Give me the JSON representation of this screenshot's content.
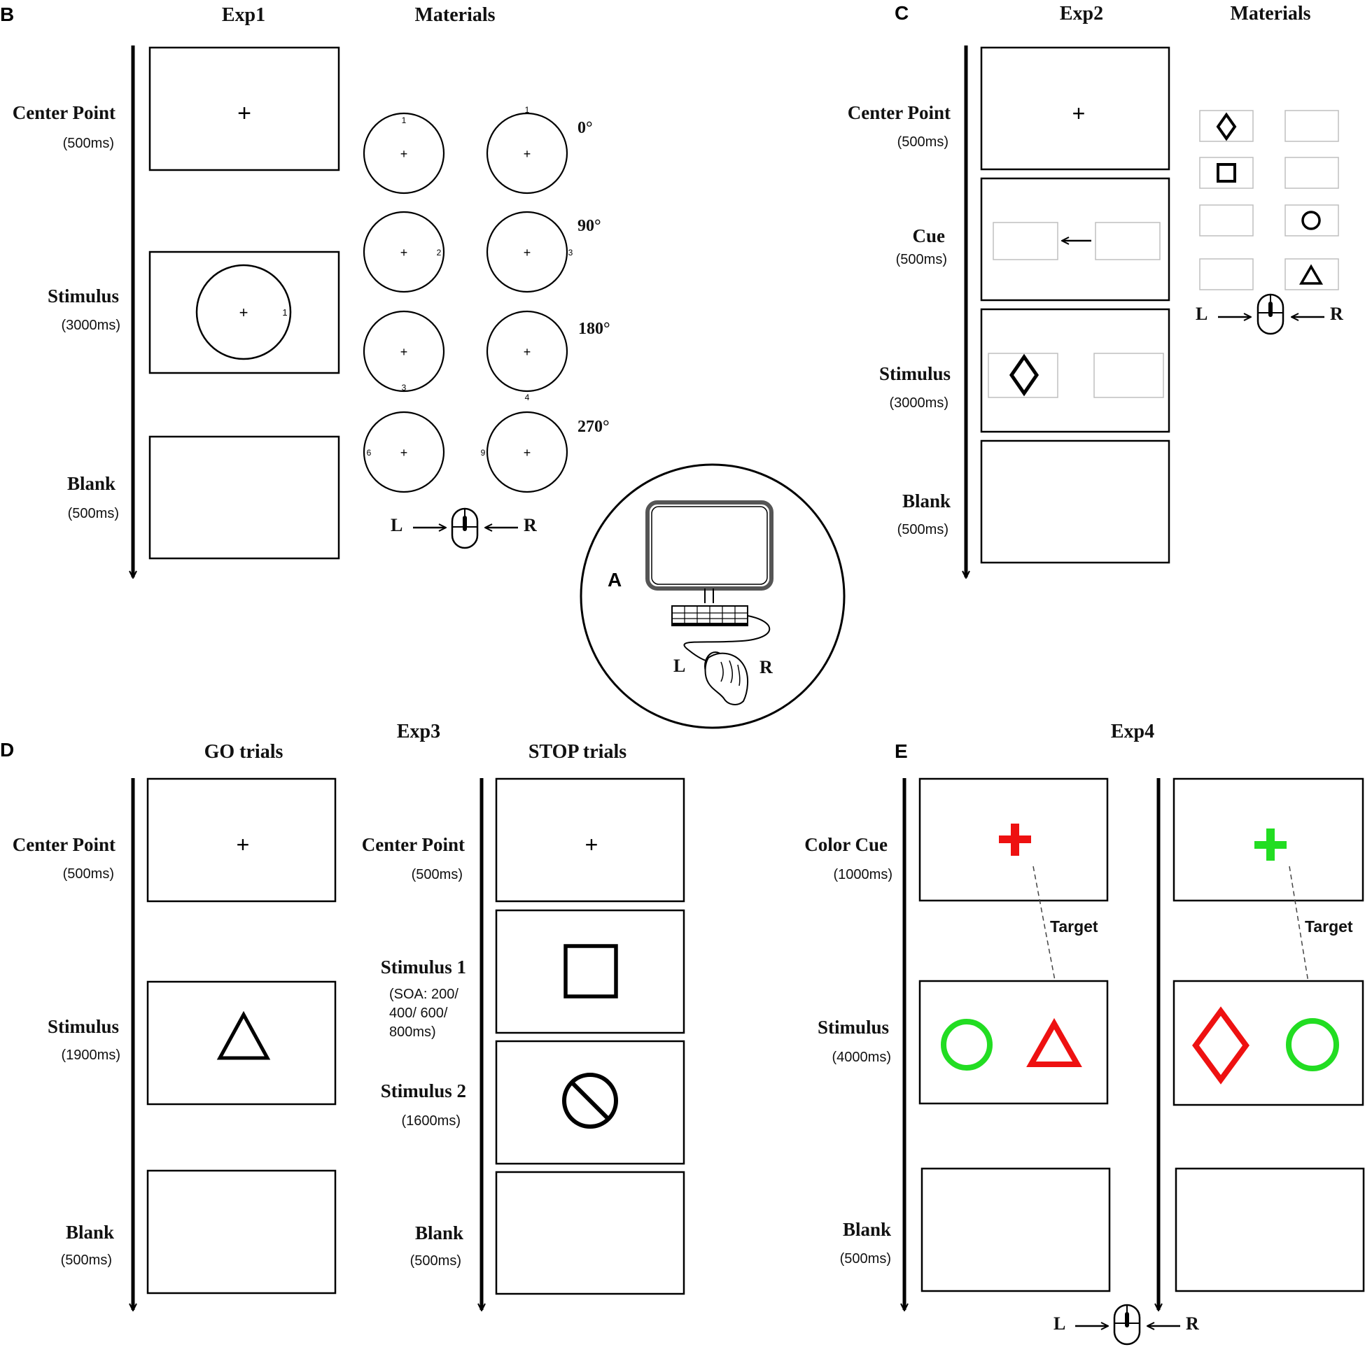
{
  "colors": {
    "red": "#ee1111",
    "green": "#22dd22",
    "gray": "#bfbfbf",
    "black": "#000000"
  },
  "panel_labels": {
    "a": "A",
    "b": "B",
    "c": "C",
    "d": "D",
    "e": "E"
  },
  "exp1": {
    "title": "Exp1",
    "materials_title": "Materials",
    "center_point": {
      "label": "Center Point",
      "duration": "(500ms)"
    },
    "stimulus": {
      "label": "Stimulus",
      "duration": "(3000ms)",
      "digit": "1"
    },
    "blank": {
      "label": "Blank",
      "duration": "(500ms)"
    },
    "angles": [
      "0°",
      "90°",
      "180°",
      "270°"
    ],
    "left_digits": [
      "1",
      "2",
      "3",
      "6"
    ],
    "right_digits": [
      "1",
      "3",
      "4",
      "9"
    ],
    "mouse": {
      "left": "L",
      "right": "R"
    }
  },
  "setup": {
    "left": "L",
    "right": "R",
    "icons": [
      "monitor-icon",
      "keyboard-icon",
      "hand-on-mouse-icon"
    ]
  },
  "exp2": {
    "title": "Exp2",
    "materials_title": "Materials",
    "center_point": {
      "label": "Center Point",
      "duration": "(500ms)"
    },
    "cue": {
      "label": "Cue",
      "duration": "(500ms)"
    },
    "stimulus": {
      "label": "Stimulus",
      "duration": "(3000ms)"
    },
    "blank": {
      "label": "Blank",
      "duration": "(500ms)"
    },
    "mouse": {
      "left": "L",
      "right": "R"
    }
  },
  "exp3": {
    "title": "Exp3",
    "go_title": "GO trials",
    "stop_title": "STOP trials",
    "go": {
      "center_point": {
        "label": "Center Point",
        "duration": "(500ms)"
      },
      "stimulus": {
        "label": "Stimulus",
        "duration": "(1900ms)"
      },
      "blank": {
        "label": "Blank",
        "duration": "(500ms)"
      }
    },
    "stop": {
      "center_point": {
        "label": "Center Point",
        "duration": "(500ms)"
      },
      "stimulus1": {
        "label": "Stimulus 1",
        "soa_lines": [
          "(SOA: 200/",
          "400/ 600/",
          "800ms)"
        ]
      },
      "stimulus2": {
        "label": "Stimulus 2",
        "duration": "(1600ms)"
      },
      "blank": {
        "label": "Blank",
        "duration": "(500ms)"
      }
    }
  },
  "exp4": {
    "title": "Exp4",
    "color_cue": {
      "label": "Color Cue",
      "duration": "(1000ms)"
    },
    "stimulus": {
      "label": "Stimulus",
      "duration": "(4000ms)"
    },
    "blank": {
      "label": "Blank",
      "duration": "(500ms)"
    },
    "target_label": "Target",
    "mouse": {
      "left": "L",
      "right": "R"
    }
  },
  "fixation": "+"
}
